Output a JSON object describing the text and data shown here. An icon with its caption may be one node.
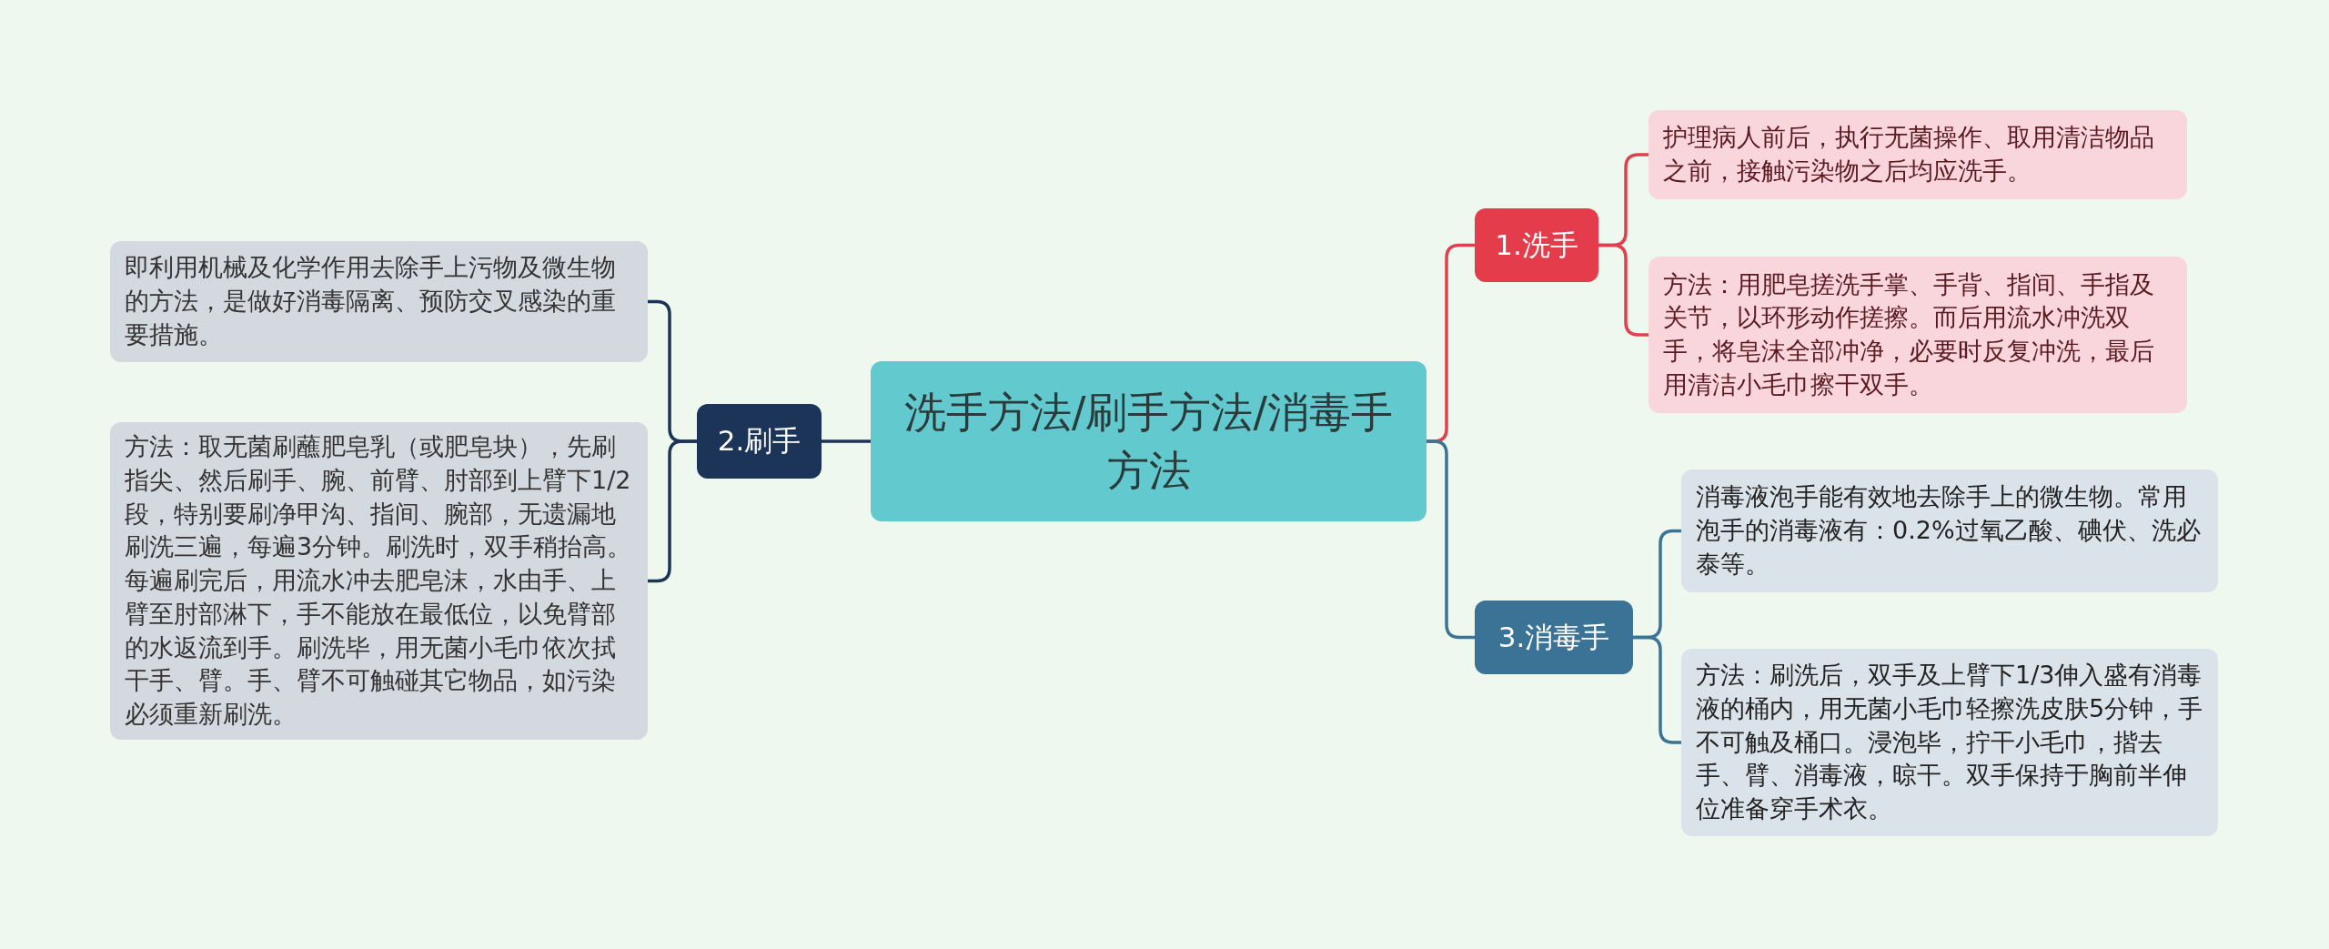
{
  "diagram": {
    "nodes": [
      {
        "text": [
          "洗手方法/刷手方法/消毒手方法"
        ]
      },
      {
        "text": [
          "1.洗手"
        ]
      },
      {
        "text": [
          "护理病人前后，执行无菌操作、取用清洁物品之前，接触污染物之后均应洗手。"
        ]
      },
      {
        "text": [
          "方法：用肥皂搓洗手掌、手背、指间、手指及关节，以环形动作搓擦。而后用流水冲洗双手，将皂沫全部冲净，必要时反复冲洗，最后用清洁小毛巾擦干双手。"
        ]
      },
      {
        "text": [
          "2.刷手"
        ]
      },
      {
        "text": [
          "即利用机械及化学作用去除手上污物及微生物的方法，是做好消毒隔离、预防交叉感染的重要措施。"
        ]
      },
      {
        "text": [
          "方法：取无菌刷蘸肥皂乳（或肥皂块），先刷指尖、然后刷手、腕、前臂、肘部到上臂下1/2段，特别要刷净甲沟、指间、腕部，无遗漏地刷洗三遍，每遍3分钟。刷洗时，双手稍抬高。每遍刷完后，用流水冲去肥皂沫，水由手、上臂至肘部淋下，手不能放在最低位，以免臂部的水返流到手。刷洗毕，用无菌小毛巾依次拭干手、臂。手、臂不可触碰其它物品，如污染必须重新刷洗。"
        ]
      },
      {
        "text": [
          "3.消毒手"
        ]
      },
      {
        "text": [
          "消毒液泡手能有效地去除手上的微生物。常用泡手的消毒液有：0.2%过氧乙酸、碘伏、洗必泰等。"
        ]
      },
      {
        "text": [
          "方法：刷洗后，双手及上臂下1/3伸入盛有消毒液的桶内，用无菌小毛巾轻擦洗皮肤5分钟，手不可触及桶口。浸泡毕，拧干小毛巾，揩去手、臂、消毒液，晾干。双手保持于胸前半伸位准备穿手术衣。"
        ]
      }
    ],
    "edges": [
      {
        "from": 0,
        "to": 1,
        "arrow": "none",
        "color": "#e0404e"
      },
      {
        "from": 1,
        "to": 2,
        "arrow": "none",
        "color": "#e0404e"
      },
      {
        "from": 1,
        "to": 3,
        "arrow": "none",
        "color": "#e0404e"
      },
      {
        "from": 0,
        "to": 4,
        "arrow": "none",
        "color": "#1c3458"
      },
      {
        "from": 4,
        "to": 5,
        "arrow": "none",
        "color": "#1c3458"
      },
      {
        "from": 4,
        "to": 6,
        "arrow": "none",
        "color": "#1c3458"
      },
      {
        "from": 0,
        "to": 7,
        "arrow": "none",
        "color": "#3b7397"
      },
      {
        "from": 7,
        "to": 8,
        "arrow": "none",
        "color": "#3b7397"
      },
      {
        "from": 7,
        "to": 9,
        "arrow": "none",
        "color": "#3b7397"
      }
    ]
  }
}
